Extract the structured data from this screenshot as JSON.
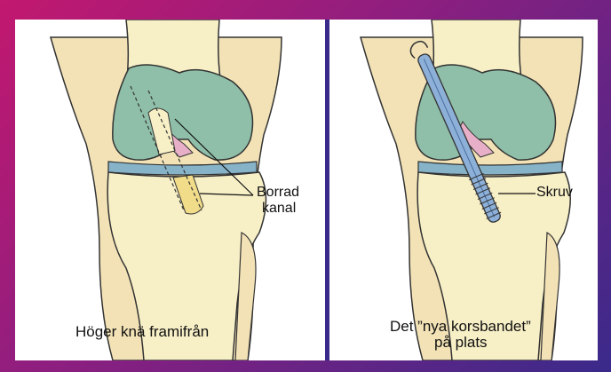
{
  "left_panel": {
    "annotation_line1": "Borrad",
    "annotation_line2": "kanal",
    "caption": "Höger knä framifrån"
  },
  "right_panel": {
    "annotation": "Skruv",
    "caption_line1": "Det ”nya korsbandet”",
    "caption_line2": "på plats"
  },
  "colors": {
    "frame_gradient_start": "#c2186f",
    "frame_gradient_end": "#3a2a8a",
    "bone": "#f7efc6",
    "skin": "#f0dca8",
    "cartilage": "#86b3c8",
    "femur_condyle": "#8fbfa8",
    "ligament": "#e8b0c8",
    "graft_rod": "#8db0d8"
  }
}
